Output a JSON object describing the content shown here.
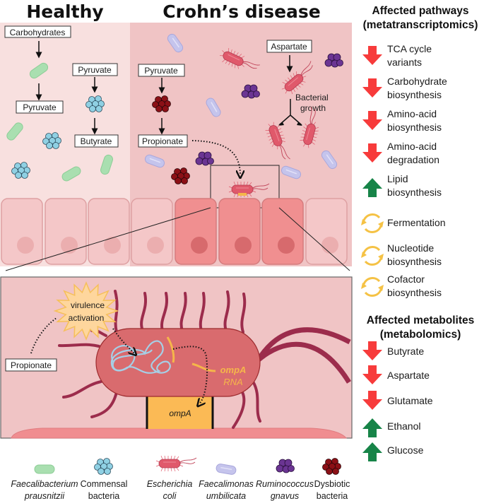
{
  "titles": {
    "healthy": "Healthy",
    "crohns": "Crohn’s disease"
  },
  "healthy_panel": {
    "boxes": {
      "carbohydrates": "Carbohydrates",
      "pyruvate_left": "Pyruvate",
      "pyruvate_right": "Pyruvate",
      "butyrate": "Butyrate"
    }
  },
  "crohns_panel": {
    "boxes": {
      "pyruvate": "Pyruvate",
      "propionate": "Propionate",
      "aspartate": "Aspartate"
    },
    "growth_label": [
      "Bacterial",
      "growth"
    ]
  },
  "zoom_panel": {
    "virulence": [
      "virulence",
      "activation"
    ],
    "propionate": "Propionate",
    "ompa_rna": [
      "ompA",
      "RNA"
    ],
    "ompa_protein": "ompA"
  },
  "pathways": {
    "heading": [
      "Affected pathways",
      "(metatranscriptomics)"
    ],
    "items": [
      {
        "label": "TCA   cycle\nvariants",
        "trend": "down"
      },
      {
        "label": "Carbohydrate\nbiosynthesis",
        "trend": "down"
      },
      {
        "label": "Amino-acid\nbiosynthesis",
        "trend": "down"
      },
      {
        "label": "Amino-acid\ndegradation",
        "trend": "down"
      },
      {
        "label": "Lipid\nbiosynthesis",
        "trend": "up"
      },
      {
        "label": "Fermentation",
        "trend": "changed"
      },
      {
        "label": "Nucleotide\nbiosynthesis",
        "trend": "changed"
      },
      {
        "label": "Cofactor\nbiosynthesis",
        "trend": "changed"
      }
    ]
  },
  "metabolites": {
    "heading": [
      "Affected metabolites",
      "(metabolomics)"
    ],
    "items": [
      {
        "label": "Butyrate",
        "trend": "down"
      },
      {
        "label": "Aspartate",
        "trend": "down"
      },
      {
        "label": "Glutamate",
        "trend": "down"
      },
      {
        "label": "Ethanol",
        "trend": "up"
      },
      {
        "label": "Glucose",
        "trend": "up"
      }
    ]
  },
  "legend": [
    {
      "icon": "faecalibacterium-icon",
      "line1": "Faecalibacterium",
      "line2": "prausnitzii",
      "italic": true
    },
    {
      "icon": "commensal-bacteria-icon",
      "line1": "Commensal",
      "line2": "bacteria",
      "italic": false
    },
    {
      "icon": "e-coli-icon",
      "line1": "Escherichia",
      "line2": "coli",
      "italic": true
    },
    {
      "icon": "faecalimonas-icon",
      "line1": "Faecalimonas",
      "line2": "umbilicata",
      "italic": true
    },
    {
      "icon": "ruminococcus-icon",
      "line1": "Ruminococcus",
      "line2": "gnavus",
      "italic": true
    },
    {
      "icon": "dysbiotic-bacteria-icon",
      "line1": "Dysbiotic",
      "line2": "bacteria",
      "italic": false
    }
  ],
  "colors": {
    "healthy_bg": "#f8e0df",
    "crohns_bg": "#f0c4c5",
    "down_arrow": "#f73b3b",
    "up_arrow": "#178448",
    "cycle": "#f5c245",
    "ecoli": "#e0596b",
    "flagella": "#9c2c4c"
  }
}
